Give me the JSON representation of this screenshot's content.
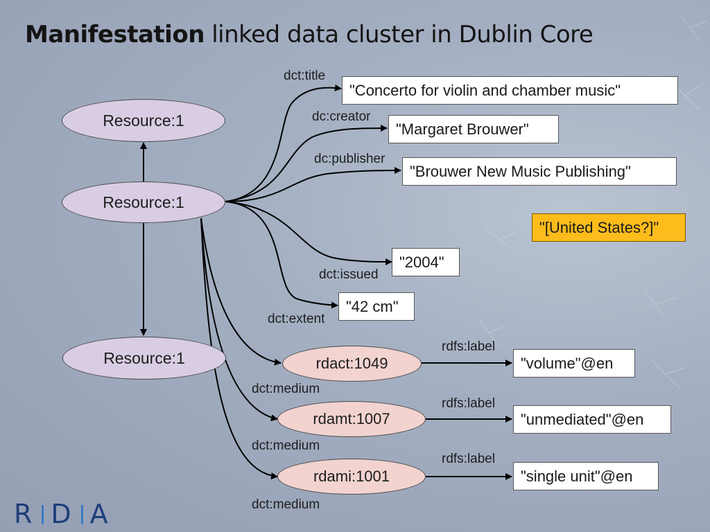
{
  "title": {
    "bold": "Manifestation",
    "rest": " linked data cluster in Dublin Core"
  },
  "nodes": {
    "resource_top": "Resource:1",
    "resource_mid": "Resource:1",
    "resource_bottom": "Resource:1",
    "rdact": "rdact:1049",
    "rdamt": "rdamt:1007",
    "rdami": "rdami:1001"
  },
  "literals": {
    "title": "\"Concerto for violin and chamber music\"",
    "creator": "\"Margaret Brouwer\"",
    "publisher": "\"Brouwer New Music Publishing\"",
    "place": "\"[United States?]\"",
    "issued": "\"2004\"",
    "extent": "\"42 cm\"",
    "volume": "\"volume\"@en",
    "unmediated": "\"unmediated\"@en",
    "single_unit": "\"single unit\"@en"
  },
  "edge_labels": {
    "title": "dct:title",
    "creator": "dc:creator",
    "publisher": "dc:publisher",
    "issued": "dct:issued",
    "extent": "dct:extent",
    "medium1": "dct:medium",
    "medium2": "dct:medium",
    "medium3": "dct:medium",
    "rdfs1": "rdfs:label",
    "rdfs2": "rdfs:label",
    "rdfs3": "rdfs:label"
  },
  "logo": {
    "r": "R",
    "d": "D",
    "a": "A"
  },
  "colors": {
    "resource_fill": "#d8cde3",
    "term_fill": "#f2d3cf",
    "highlight_fill": "#fdbc1b",
    "logo": "#1f3f7a"
  }
}
